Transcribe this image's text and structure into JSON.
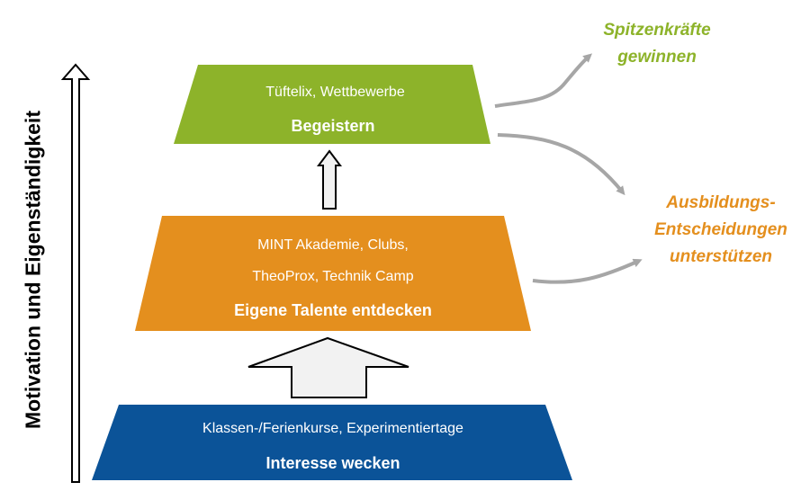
{
  "levels": {
    "top": {
      "subtitle": "Tüftelix, Wettbewerbe",
      "title": "Begeistern",
      "color": "#8db32a"
    },
    "middle": {
      "subtitle_line1": "MINT Akademie, Clubs,",
      "subtitle_line2": "TheoProx, Technik Camp",
      "title": "Eigene Talente entdecken",
      "color": "#e48f1e"
    },
    "bottom": {
      "subtitle": "Klassen-/Ferienkurse, Experimentiertage",
      "title": "Interesse wecken",
      "color": "#0b5398"
    }
  },
  "axis_label": "Motivation und Eigenständigkeit",
  "outcomes": {
    "top": {
      "line1": "Spitzenkräfte",
      "line2": "gewinnen",
      "color": "#8db32a"
    },
    "right": {
      "line1": "Ausbildungs-",
      "line2": "Entscheidungen",
      "line3": "unterstützen",
      "color": "#e48f1e"
    }
  },
  "colors": {
    "connector_arrow": "#a6a6a6",
    "block_arrow_fill": "#f2f2f2",
    "outline": "#000000"
  }
}
